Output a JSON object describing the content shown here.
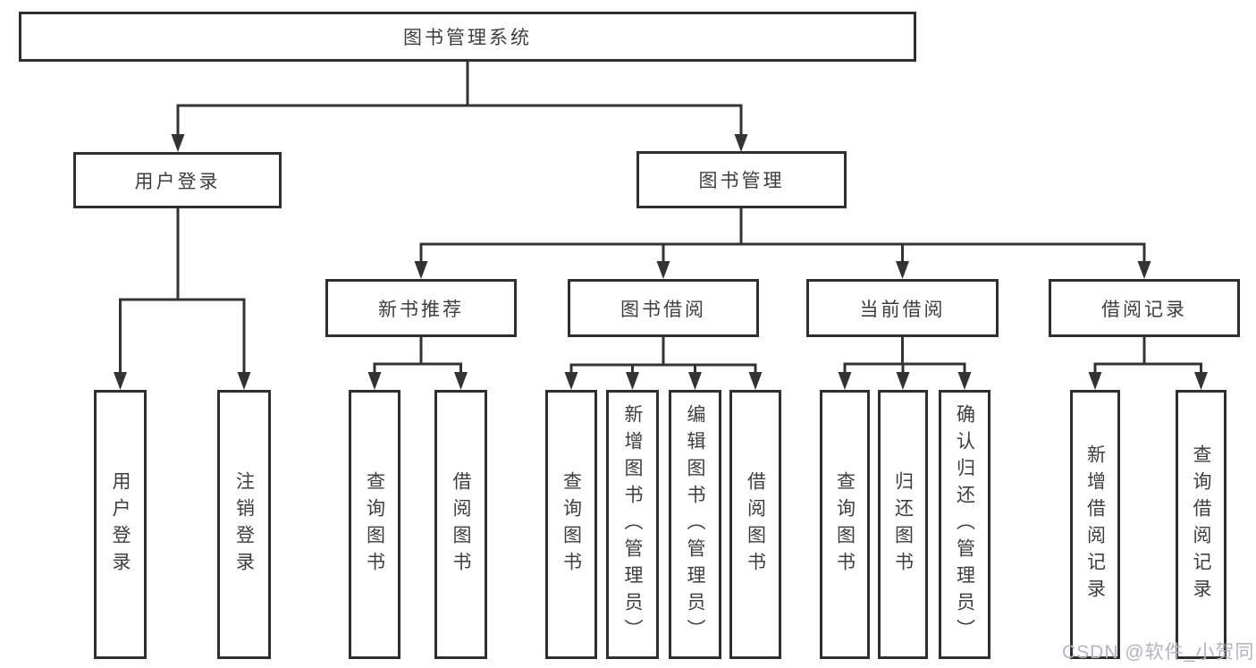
{
  "tree": {
    "root": {
      "label": "图书管理系统"
    },
    "branches": [
      {
        "label": "用户登录",
        "children": [
          {
            "label": "用户登录"
          },
          {
            "label": "注销登录"
          }
        ]
      },
      {
        "label": "图书管理",
        "children": [
          {
            "label": "新书推荐",
            "children": [
              {
                "label": "查询图书"
              },
              {
                "label": "借阅图书"
              }
            ]
          },
          {
            "label": "图书借阅",
            "children": [
              {
                "label": "查询图书"
              },
              {
                "label": "新增图书（管理员）"
              },
              {
                "label": "编辑图书（管理员）"
              },
              {
                "label": "借阅图书"
              }
            ]
          },
          {
            "label": "当前借阅",
            "children": [
              {
                "label": "查询图书"
              },
              {
                "label": "归还图书"
              },
              {
                "label": "确认归还（管理员）"
              }
            ]
          },
          {
            "label": "借阅记录",
            "children": [
              {
                "label": "新增借阅记录"
              },
              {
                "label": "查询借阅记录"
              }
            ]
          }
        ]
      }
    ]
  },
  "watermark": {
    "text": "CSDN @软件_小贺同学",
    "color": "#b2b5bf"
  },
  "colors": {
    "line": "#333333",
    "box_border": "#2f2f2f",
    "text": "#3e3e3e",
    "background": "#ffffff"
  }
}
